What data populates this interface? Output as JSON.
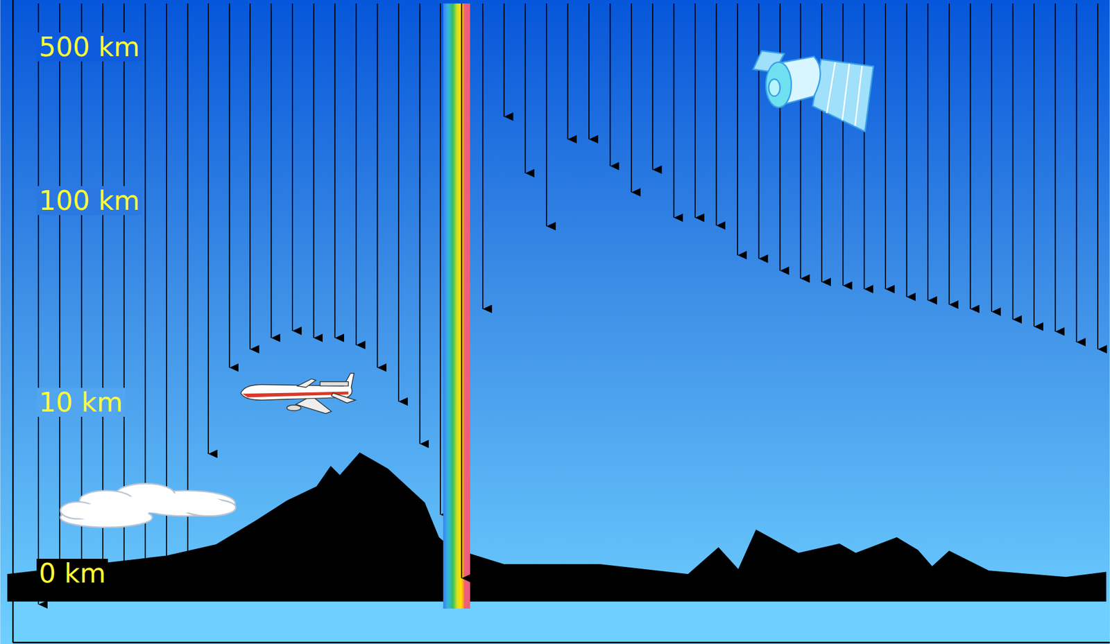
{
  "diagram": {
    "labels": [
      "500 km",
      "100 km",
      "10 km",
      "0 km"
    ]
  }
}
